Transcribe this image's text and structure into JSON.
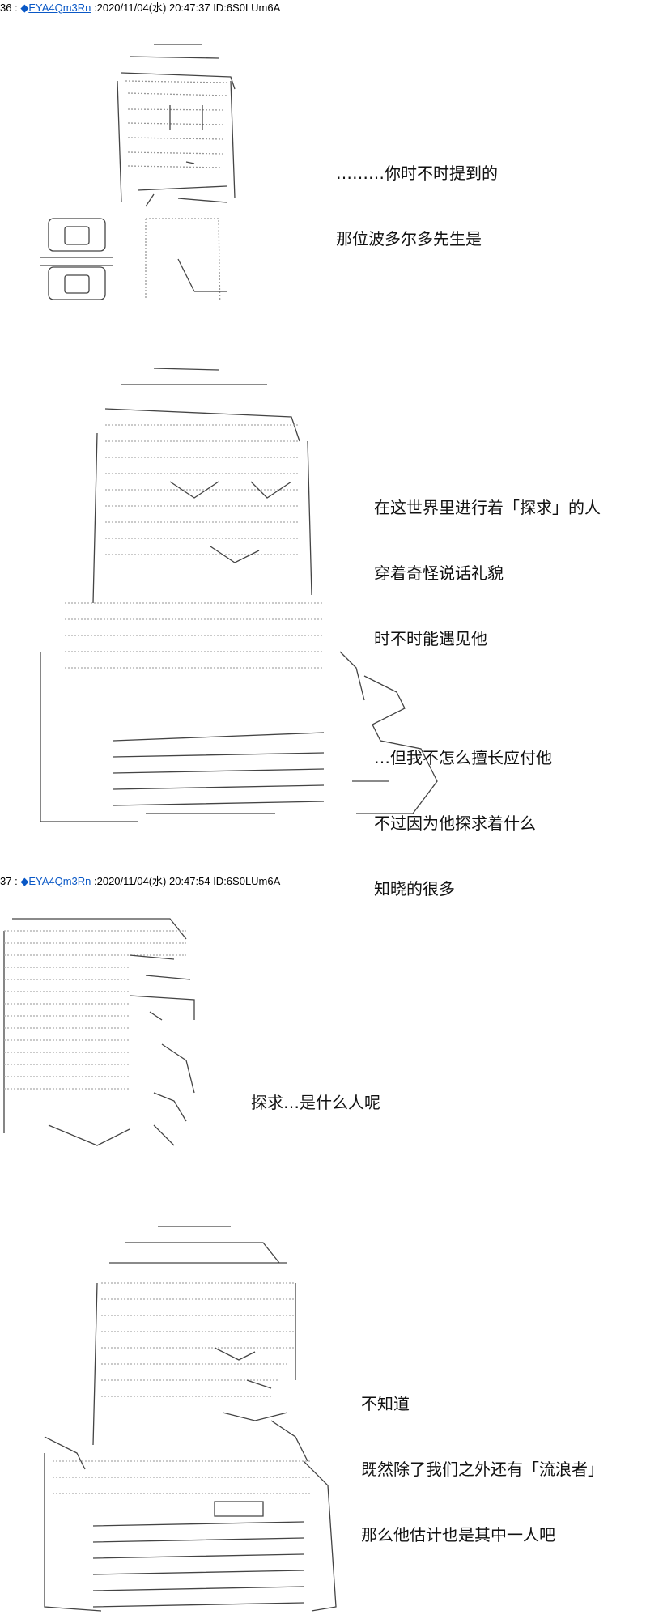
{
  "posts": [
    {
      "number": "36",
      "separator": " : ",
      "marker": "◆",
      "name": "EYA4Qm3Rn",
      "meta": " :2020/11/04(水) 20:47:37 ID:6S0LUm6A",
      "panels": [
        {
          "lines": [
            "………你时不时提到的",
            "那位波多尔多先生是"
          ]
        },
        {
          "lines": [
            "在这世界里进行着「探求」的人",
            "穿着奇怪说话礼貌",
            "时不时能遇见他"
          ],
          "lines2": [
            "…但我不怎么擅长应付他",
            "不过因为他探求着什么",
            "知晓的很多"
          ]
        }
      ]
    },
    {
      "number": "37",
      "separator": " : ",
      "marker": "◆",
      "name": "EYA4Qm3Rn",
      "meta": " :2020/11/04(水) 20:47:54 ID:6S0LUm6A",
      "panels": [
        {
          "lines": [
            "探求…是什么人呢"
          ]
        },
        {
          "lines": [
            "不知道",
            "既然除了我们之外还有「流浪者」",
            "那么他估计也是其中一人吧"
          ]
        }
      ]
    }
  ]
}
